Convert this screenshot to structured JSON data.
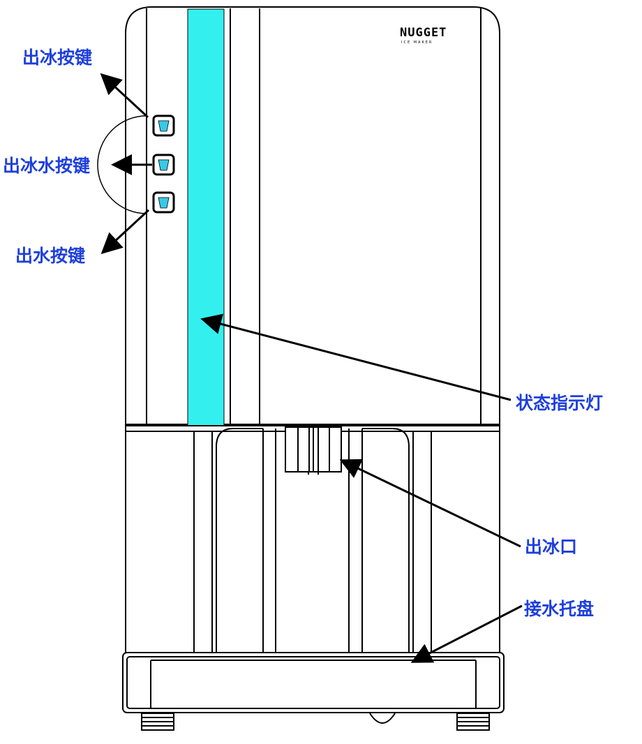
{
  "brand": {
    "logo": "NUGGET",
    "sub": "ICE MAKER"
  },
  "labels": {
    "ice_button": "出冰按键",
    "ice_water_button": "出冰水按键",
    "water_button": "出水按键",
    "status_light": "状态指示灯",
    "ice_outlet": "出冰口",
    "drip_tray": "接水托盘"
  },
  "colors": {
    "label": "#1e3fdc",
    "status_light": "#33f0ee",
    "button_icon": "#37c9e6",
    "outline": "#000000"
  }
}
